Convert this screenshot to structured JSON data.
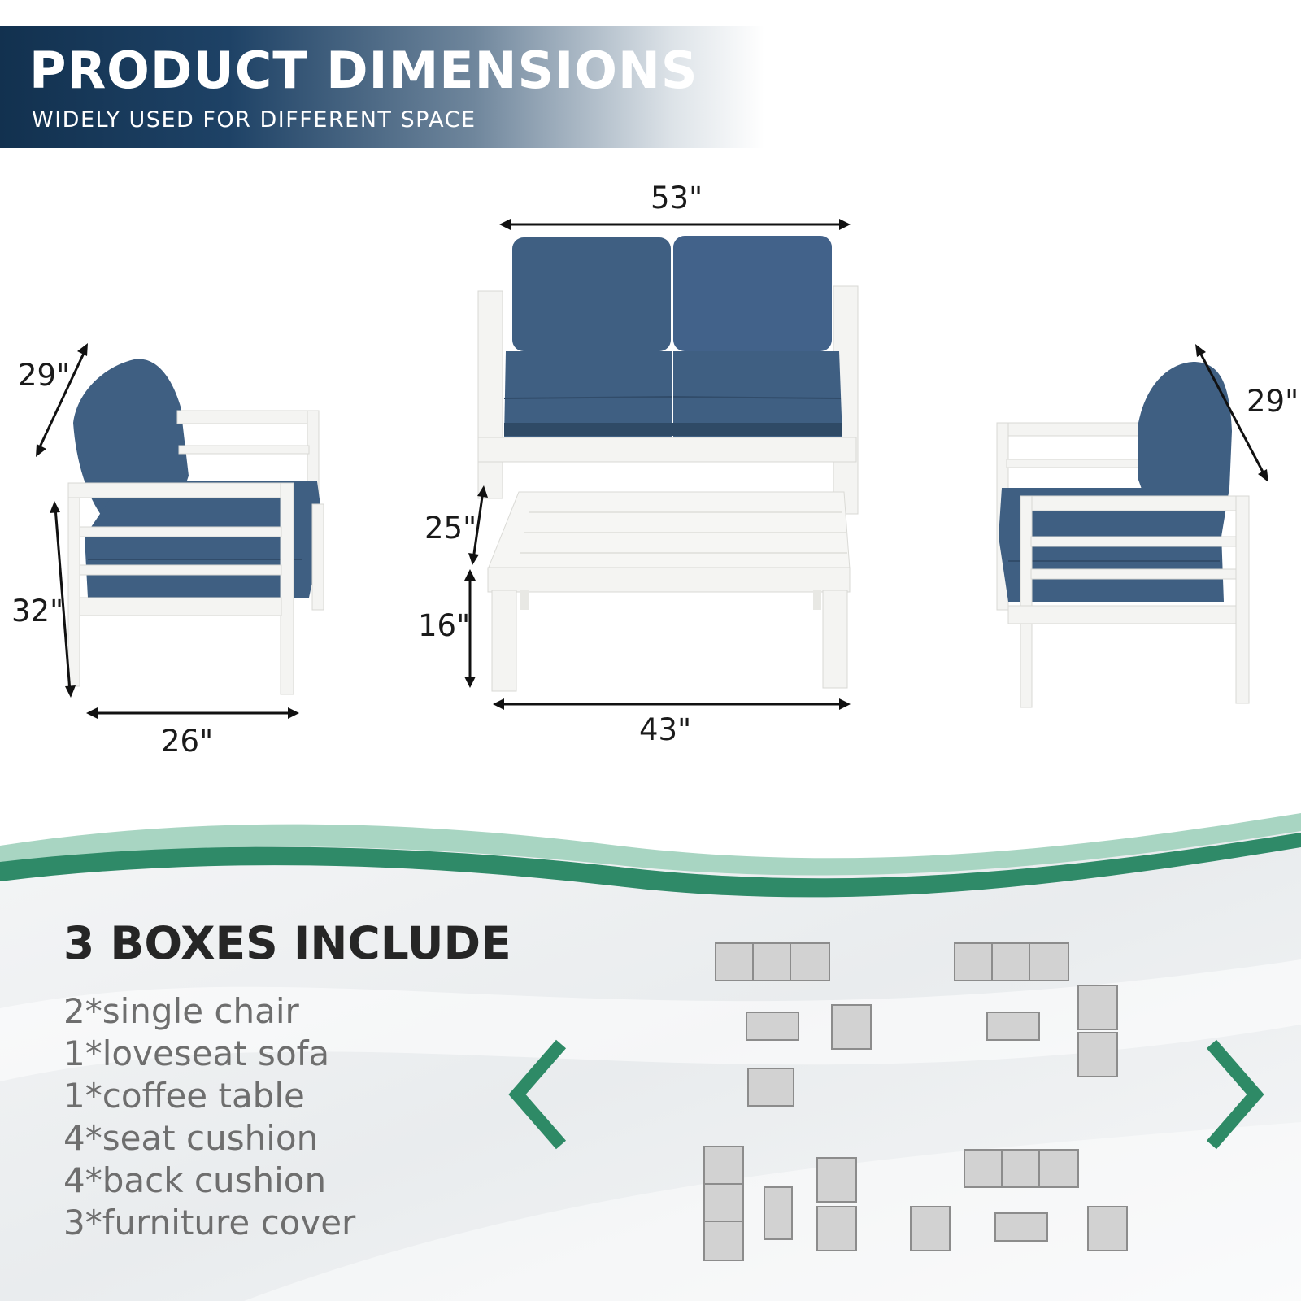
{
  "banner": {
    "title": "PRODUCT DIMENSIONS",
    "subtitle": "WIDELY USED FOR DIFFERENT SPACE"
  },
  "dimensions": {
    "loveseat_width": "53\"",
    "chair_left_depth": "29\"",
    "chair_left_height": "32\"",
    "chair_left_width": "26\"",
    "chair_right_depth": "29\"",
    "loveseat_seat_height": "25\"",
    "table_height": "16\"",
    "table_width": "43\""
  },
  "boxes": {
    "title": "3 BOXES INCLUDE",
    "items": [
      "2*single chair",
      "1*loveseat sofa",
      "1*coffee table",
      "4*seat cushion",
      "4*back cushion",
      "3*furniture cover"
    ]
  },
  "colors": {
    "banner_dark": "#12314f",
    "cushion_blue": "#3f5f82",
    "frame_white": "#f4f4f2",
    "wave_green": "#2f8a68",
    "wave_light": "#a8d5c2",
    "arrow_green": "#2e8a66"
  },
  "icons": {
    "prev": "chevron-left-icon",
    "next": "chevron-right-icon"
  }
}
